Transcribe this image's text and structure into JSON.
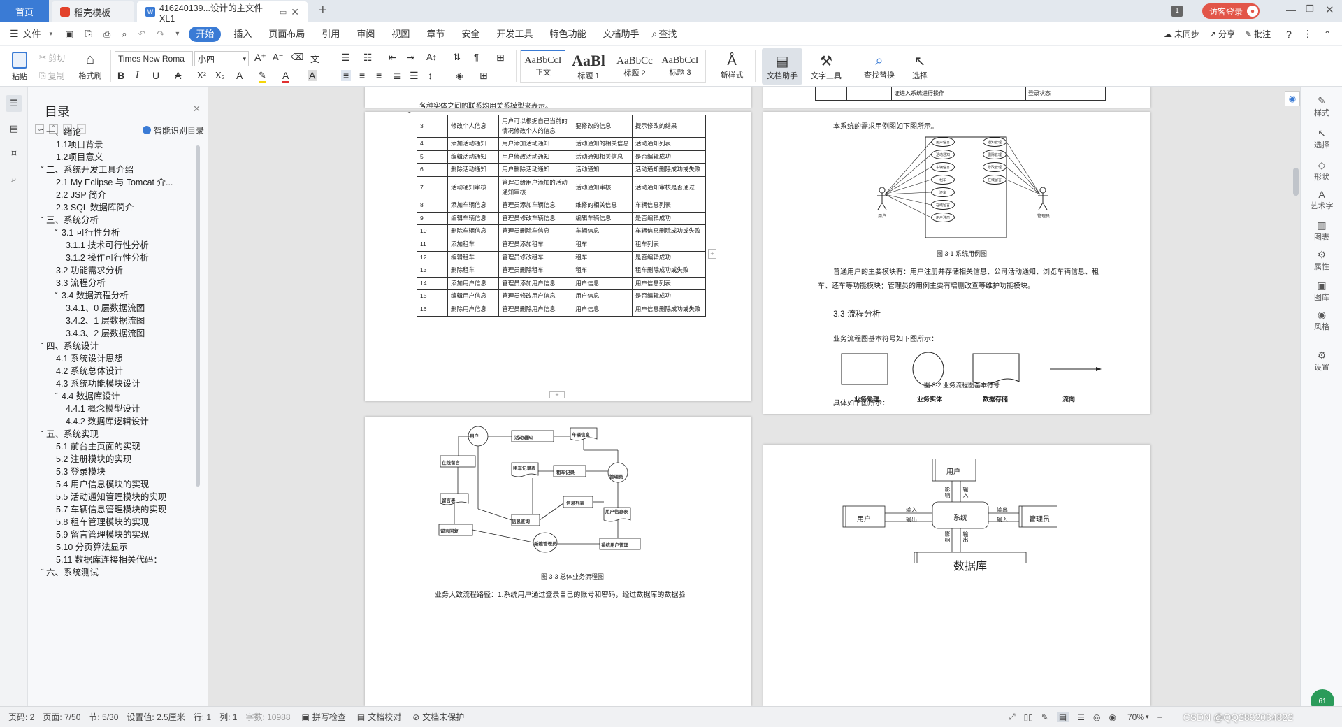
{
  "titlebar": {
    "home_tab": "首页",
    "template_tab": "稻壳模板",
    "doc_tab": "416240139...设计的主文件XL1",
    "add_tab": "+",
    "badge": "1",
    "login": "访客登录"
  },
  "menubar": {
    "file": "文件",
    "items": [
      "开始",
      "插入",
      "页面布局",
      "引用",
      "审阅",
      "视图",
      "章节",
      "安全",
      "开发工具",
      "特色功能",
      "文档助手"
    ],
    "search": "查找",
    "right": [
      "未同步",
      "分享",
      "批注"
    ]
  },
  "ribbon": {
    "paste": "粘贴",
    "cut": "剪切",
    "copy": "复制",
    "format_painter": "格式刷",
    "font_name": "Times New Roma",
    "font_size": "小四",
    "styles": [
      {
        "preview": "AaBbCcI",
        "name": "正文"
      },
      {
        "preview": "AaBl",
        "name": "标题 1"
      },
      {
        "preview": "AaBbCc",
        "name": "标题 2"
      },
      {
        "preview": "AaBbCcI",
        "name": "标题 3"
      }
    ],
    "new_style": "新样式",
    "doc_assistant": "文档助手",
    "text_tools": "文字工具",
    "find_replace": "查找替换",
    "select": "选择"
  },
  "toc": {
    "title": "目录",
    "smart": "智能识别目录",
    "items": [
      {
        "label": "一、绪论",
        "level": 0,
        "expand": true
      },
      {
        "label": "1.1项目背景",
        "level": 1
      },
      {
        "label": "1.2项目意义",
        "level": 1
      },
      {
        "label": "二、系统开发工具介绍",
        "level": 0,
        "expand": true
      },
      {
        "label": "2.1 My Eclipse 与 Tomcat 介...",
        "level": 1
      },
      {
        "label": "2.2 JSP 简介",
        "level": 1
      },
      {
        "label": "2.3 SQL 数据库简介",
        "level": 1
      },
      {
        "label": "三、系统分析",
        "level": 0,
        "expand": true
      },
      {
        "label": "3.1 可行性分析",
        "level": 1,
        "expand": true
      },
      {
        "label": "3.1.1 技术可行性分析",
        "level": 2
      },
      {
        "label": "3.1.2 操作可行性分析",
        "level": 2
      },
      {
        "label": "3.2 功能需求分析",
        "level": 1
      },
      {
        "label": "3.3 流程分析",
        "level": 1
      },
      {
        "label": "3.4 数据流程分析",
        "level": 1,
        "expand": true
      },
      {
        "label": "3.4.1、0 层数据流图",
        "level": 2
      },
      {
        "label": "3.4.2、1 层数据流图",
        "level": 2
      },
      {
        "label": "3.4.3、2 层数据流图",
        "level": 2
      },
      {
        "label": "四、系统设计",
        "level": 0,
        "expand": true
      },
      {
        "label": "4.1 系统设计思想",
        "level": 1
      },
      {
        "label": "4.2 系统总体设计",
        "level": 1
      },
      {
        "label": "4.3 系统功能模块设计",
        "level": 1
      },
      {
        "label": "4.4 数据库设计",
        "level": 1,
        "expand": true
      },
      {
        "label": "4.4.1 概念模型设计",
        "level": 2
      },
      {
        "label": "4.4.2 数据库逻辑设计",
        "level": 2
      },
      {
        "label": "五、系统实现",
        "level": 0,
        "expand": true
      },
      {
        "label": "5.1 前台主页面的实现",
        "level": 1
      },
      {
        "label": "5.2 注册模块的实现",
        "level": 1
      },
      {
        "label": "5.3 登录模块",
        "level": 1
      },
      {
        "label": "5.4 用户信息模块的实现",
        "level": 1
      },
      {
        "label": "5.5 活动通知管理模块的实现",
        "level": 1
      },
      {
        "label": "5.7 车辆信息管理模块的实现",
        "level": 1
      },
      {
        "label": "5.8 租车管理模块的实现",
        "level": 1
      },
      {
        "label": "5.9 留言管理模块的实现",
        "level": 1
      },
      {
        "label": "5.10 分页算法显示",
        "level": 1
      },
      {
        "label": "5.11 数据库连接相关代码：",
        "level": 1
      },
      {
        "label": "六、系统测试",
        "level": 0,
        "expand": true
      }
    ]
  },
  "page1": {
    "top_text": "各种实体之间的联系均用关系模型来表示。",
    "rows": [
      [
        "3",
        "修改个人信息",
        "用户可以根据自己当前的情况修改个人的信息",
        "要修改的信息",
        "提示修改的结果"
      ],
      [
        "4",
        "添加活动通知",
        "用户添加活动通知",
        "活动通知的相关信息",
        "活动通知列表"
      ],
      [
        "5",
        "编辑活动通知",
        "用户修改活动通知",
        "活动通知相关信息",
        "是否编辑成功"
      ],
      [
        "6",
        "删除活动通知",
        "用户删除活动通知",
        "活动通知",
        "活动通知删除成功或失败"
      ],
      [
        "7",
        "活动通知审核",
        "管理员给用户添加的活动通知审核",
        "活动通知审核",
        "活动通知审核是否通过"
      ],
      [
        "8",
        "添加车辆信息",
        "管理员添加车辆信息",
        "维修的相关信息",
        "车辆信息列表"
      ],
      [
        "9",
        "编辑车辆信息",
        "管理员修改车辆信息",
        "编辑车辆信息",
        "是否编辑成功"
      ],
      [
        "10",
        "删除车辆信息",
        "管理员删除车信息",
        "车辆信息",
        "车辆信息删除成功或失败"
      ],
      [
        "11",
        "添加租车",
        "管理员添加租车",
        "租车",
        "租车列表"
      ],
      [
        "12",
        "编辑租车",
        "管理员修改租车",
        "租车",
        "是否编辑成功"
      ],
      [
        "13",
        "删除租车",
        "管理员删除租车",
        "租车",
        "租车删除成功或失败"
      ],
      [
        "14",
        "添加用户信息",
        "管理员添加用户信息",
        "用户信息",
        "用户信息列表"
      ],
      [
        "15",
        "编辑用户信息",
        "管理员修改用户信息",
        "用户信息",
        "是否编辑成功"
      ],
      [
        "16",
        "删除用户信息",
        "管理员删除用户信息",
        "用户信息",
        "用户信息删除成功或失败"
      ]
    ]
  },
  "page2": {
    "top_cell_1": "证进入系统进行操作",
    "top_cell_2": "登录状态",
    "intro": "本系统的需求用例图如下图所示。",
    "left_cases": [
      "用户信息",
      "活动通知",
      "车辆信息",
      "租车",
      "还车",
      "在线留言",
      "用户注册"
    ],
    "right_cases": [
      "通知管理",
      "删除管理",
      "修改管理",
      "在线留言"
    ],
    "actor_left": "用户",
    "actor_right": "管理员",
    "caption1": "图 3-1 系统用例图",
    "para1": "普通用户的主要模块有：用户注册并存储相关信息、公司活动通知、浏览车辆信息、租车、还车等功能模块；管理员的用例主要有增删改查等维护功能模块。",
    "heading": "3.3 流程分析",
    "para2": "业务流程图基本符号如下图所示：",
    "symbols": [
      "业务处理",
      "业务实体",
      "数据存储",
      "流向"
    ],
    "caption2": "图 3-2 业务流程图基本符号",
    "para3": "具体如下图所示："
  },
  "page3": {
    "nodes": [
      "用户",
      "活动通知",
      "车辆信息",
      "在线留言",
      "租车记录表",
      "租车记录",
      "管理员",
      "留言表",
      "信息列表",
      "信息查询",
      "用户信息表",
      "留言回复",
      "新维管理员",
      "系统用户管理"
    ],
    "caption": "图 3-3 总体业务流程图",
    "bottom_text": "业务大致流程路径：1.系统用户通过登录自己的账号和密码，经过数据库的数据验"
  },
  "page4": {
    "top": "用户",
    "center": "系统",
    "left": "用户",
    "right": "管理员",
    "db": "数据库",
    "in": "输入",
    "out": "输出",
    "v1": "影响",
    "v2": "输入",
    "v3": "影响",
    "v4": "输出"
  },
  "right_rail": [
    "样式",
    "选择",
    "形状",
    "艺术字",
    "图表",
    "属性",
    "图库",
    "风格",
    "设置"
  ],
  "statusbar": {
    "page_code": "页码: 2",
    "page": "页面: 7/50",
    "section": "节: 5/30",
    "set": "设置值: 2.5厘米",
    "row": "行: 1",
    "col": "列: 1",
    "words": "字数: 10988",
    "spell": "拼写检查",
    "proof": "文档校对",
    "protect": "文档未保护",
    "zoom": "70%",
    "watermark": "CSDN @QQ2892034822"
  }
}
